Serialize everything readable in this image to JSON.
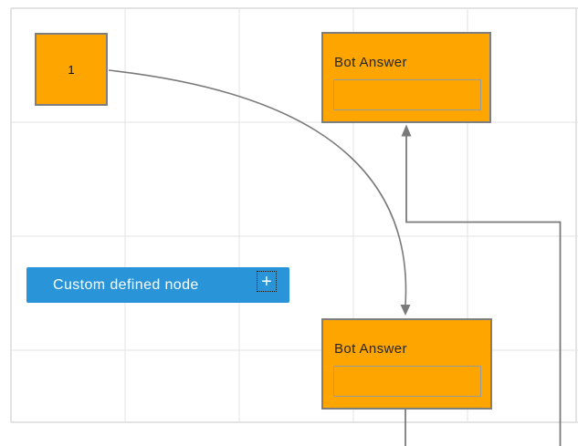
{
  "diagram": {
    "nodes": {
      "node1": {
        "label": "1"
      },
      "bot_answer_top": {
        "label": "Bot Answer",
        "input_value": ""
      },
      "bot_answer_bottom": {
        "label": "Bot Answer",
        "input_value": ""
      },
      "custom_node": {
        "label": "Custom defined node",
        "add_button_glyph": "+"
      }
    },
    "connectors": [
      {
        "name": "bezier-node1-to-bottom-bot-answer",
        "type": "bezier",
        "arrow": "down"
      },
      {
        "name": "orthogonal-to-top-bot-answer",
        "type": "orthogonal",
        "arrow": "up"
      },
      {
        "name": "stub-below-bottom-bot-answer",
        "type": "straight",
        "arrow": "none"
      }
    ],
    "colors": {
      "background": "#FFFFFF",
      "grid_line": "#E3E3E3",
      "node_fill": "#FFA500",
      "node_border": "#7E7E7E",
      "inner_box_border": "#9B9B9B",
      "connector": "#7A7A7A",
      "custom_node_fill": "#2994D8",
      "custom_node_text": "#FFFFFF",
      "node_label_text": "#262626"
    }
  }
}
